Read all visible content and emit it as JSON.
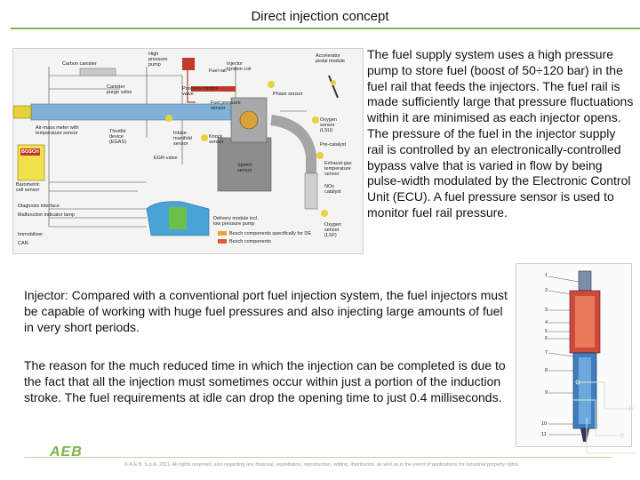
{
  "title": "Direct injection concept",
  "paragraphs": {
    "fuel_supply": "The fuel supply system uses a high pressure pump to store fuel (boost of 50÷120 bar) in the fuel rail that feeds the injectors. The fuel rail is made sufficiently large that pressure fluctuations within it are minimised as each injector opens. The pressure of the fuel in the injector supply rail is controlled by an electronically-controlled bypass valve that is varied in flow by being pulse-width modulated by the Electronic Control Unit (ECU). A fuel pressure sensor is used to monitor fuel rail pressure.",
    "injector": "Injector: Compared with a conventional port fuel injection system, the fuel injectors must be capable of working with huge fuel pressures and also injecting large amounts of fuel in very short periods.",
    "reason": "The reason for the much reduced time in which the injection can be completed is due to the fact that all the injection must sometimes occur within just a portion of the induction stroke. The fuel requirements at idle can drop the opening time to just 0.4 milliseconds."
  },
  "diagram_labels": {
    "carbon_canister": "Carbon canister",
    "high_pressure_pump": "High\npressure\npump",
    "fuel_rail": "Fuel rail",
    "injector_ignition_coil": "Injector\nIgnition coil",
    "accelerator_pedal": "Accelerator\npedal module",
    "canister_purge": "Canister\npurge valve",
    "pressure_control_valve": "Pressure control\nvalve",
    "fuel_pressure_sensor": "Fuel pressure\nsensor",
    "phase_sensor": "Phase sensor",
    "air_mass_meter": "Air-mass meter with\ntemperature sensor",
    "throttle_device": "Throttle\ndevice\n(EGAS)",
    "intake_manifold_sensor": "Intake\nmanifold\nsensor",
    "knock_sensor": "Knock\nsensor",
    "oxygen_sensor_lsu": "Oxygen\nsensor\n(LSU)",
    "pre_catalyst": "Pre-catalyst",
    "egr_valve": "EGR-valve",
    "speed_sensor": "Speed\nsensor",
    "exhaust_gas_temp": "Exhaust-gas\ntemperature\nsensor",
    "nox_catalyst": "NOx\ncatalyst",
    "diagnosis_interface": "Diagnosis interface",
    "malfunction_lamp": "Malfunction indicator lamp",
    "immobilizer": "Immobilizer",
    "can": "CAN",
    "delivery_module": "Delivery module incl.\nlow pressure pump",
    "oxygen_sensor_lsf": "Oxygen\nsensor\n(LSF)",
    "legend_specific": "Bosch components specifically for DE",
    "legend_components": "Bosch components",
    "barometric_sensor": "Barometric\ncell sensor",
    "bosch_brand": "BOSCH"
  },
  "injector_callouts": [
    "1",
    "2",
    "3",
    "4",
    "5",
    "6",
    "7",
    "8",
    "9",
    "10",
    "11"
  ],
  "footer": {
    "logo": "AEB",
    "copyright": "© A.E.B. S.p.A. 2011. All rights reserved, also regarding any disposal, exploitation, reproduction, editing, distribution, as well as in the event of applications for industrial property rights."
  },
  "colors": {
    "accent": "#7ab648",
    "intake": "#7fb2d6",
    "fuel": "#c0392b",
    "legend_specific": "#e8a33a",
    "legend_components": "#e35a3a"
  }
}
